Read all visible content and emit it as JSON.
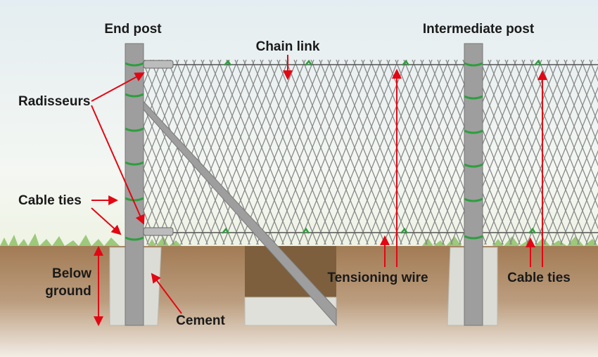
{
  "labels": {
    "end_post": "End post",
    "intermediate_post": "Intermediate post",
    "chain_link": "Chain link",
    "radisseurs": "Radisseurs",
    "cable_ties_left": "Cable ties",
    "cable_ties_right": "Cable ties",
    "tensioning_wire": "Tensioning wire",
    "below_ground_line1": "Below",
    "below_ground_line2": "ground",
    "cement": "Cement"
  },
  "colors": {
    "sky_top": "#e6eef2",
    "ground": "#a27b54",
    "post": "#9e9e9e",
    "mesh": "#8a8a8a",
    "cement": "#dcdcd6",
    "cable_tie": "#2e9e3e",
    "arrow": "#e30613"
  }
}
